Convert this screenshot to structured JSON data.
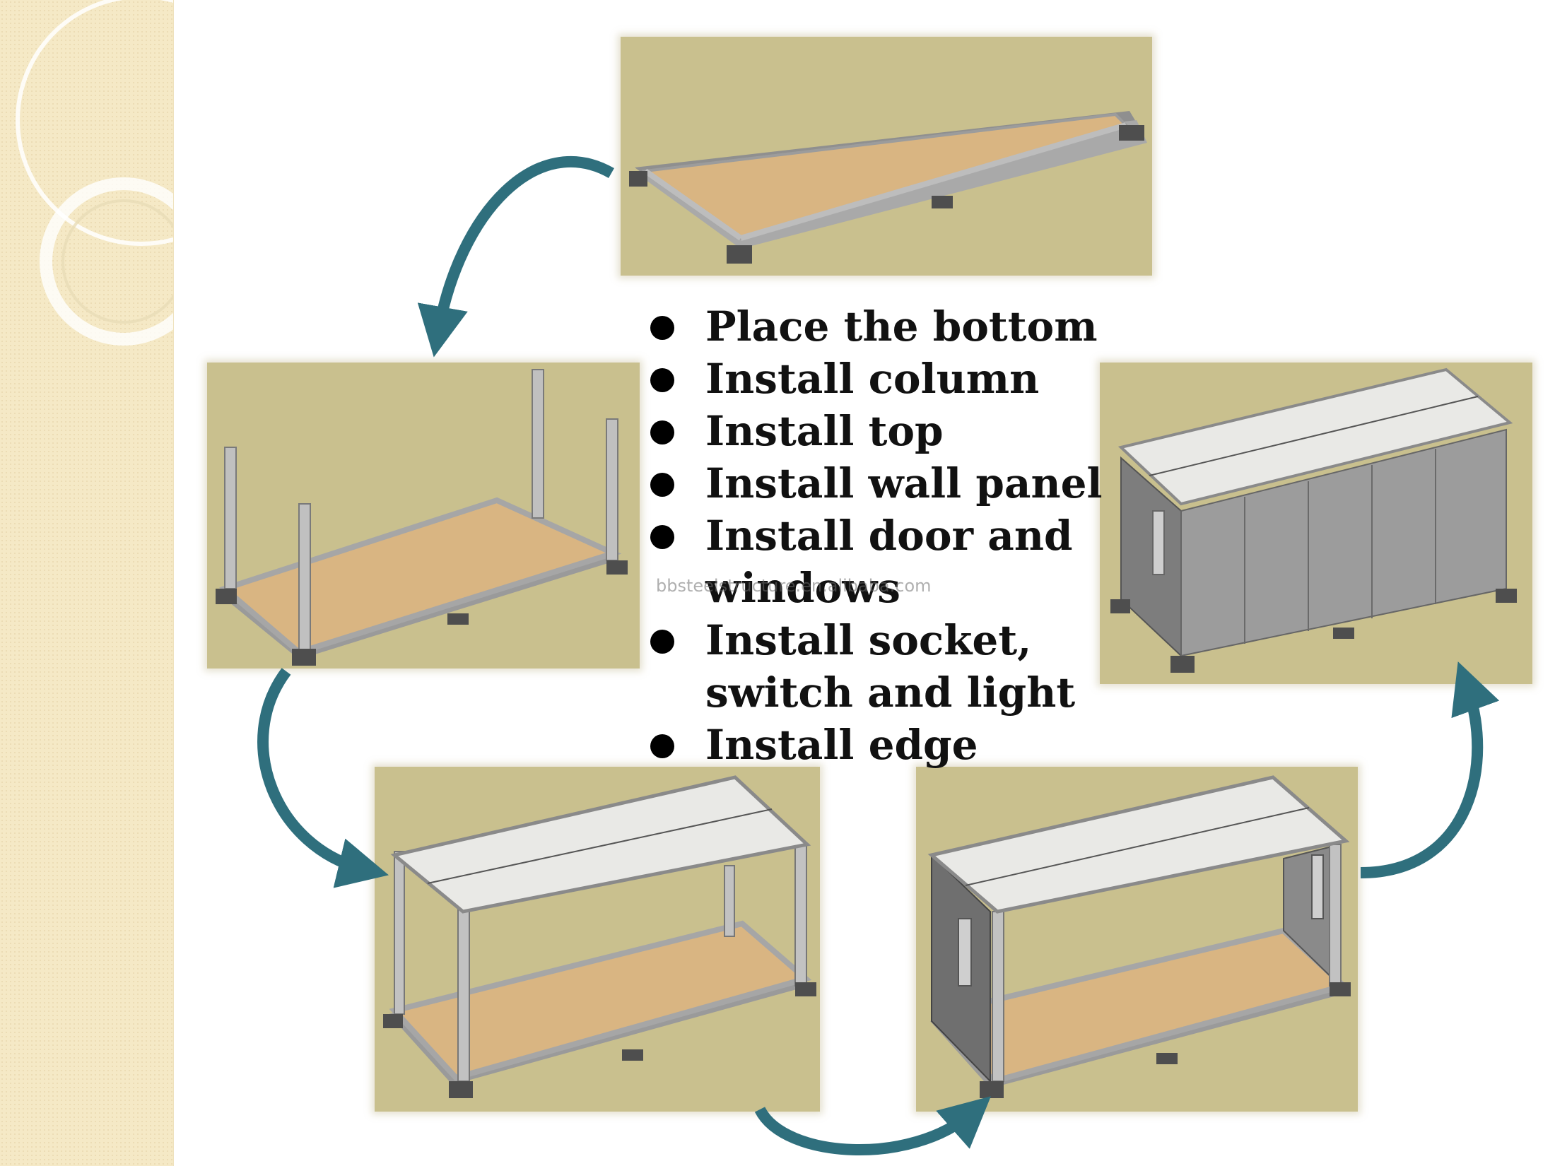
{
  "steps": [
    "Place the bottom",
    "Install column",
    "Install top",
    "Install wall panel",
    "Install door and windows",
    "Install socket, switch and light",
    "Install edge"
  ],
  "watermark": "bbsteelstructure.en.alibaba.com",
  "colors": {
    "panel_background": "#c9c08e",
    "floor": "#d9b582",
    "frame": "#b9b9b9",
    "roof": "#e9e9e6",
    "wall": "#9a9a9a",
    "arrow": "#2f6f7d",
    "sidebar": "#f5e9c6"
  },
  "stages": [
    {
      "name": "bottom",
      "icon": "container-floor-icon"
    },
    {
      "name": "columns",
      "icon": "container-columns-icon"
    },
    {
      "name": "top",
      "icon": "container-roof-icon"
    },
    {
      "name": "door-windows",
      "icon": "container-door-icon"
    },
    {
      "name": "wall-panels",
      "icon": "container-complete-icon"
    }
  ]
}
